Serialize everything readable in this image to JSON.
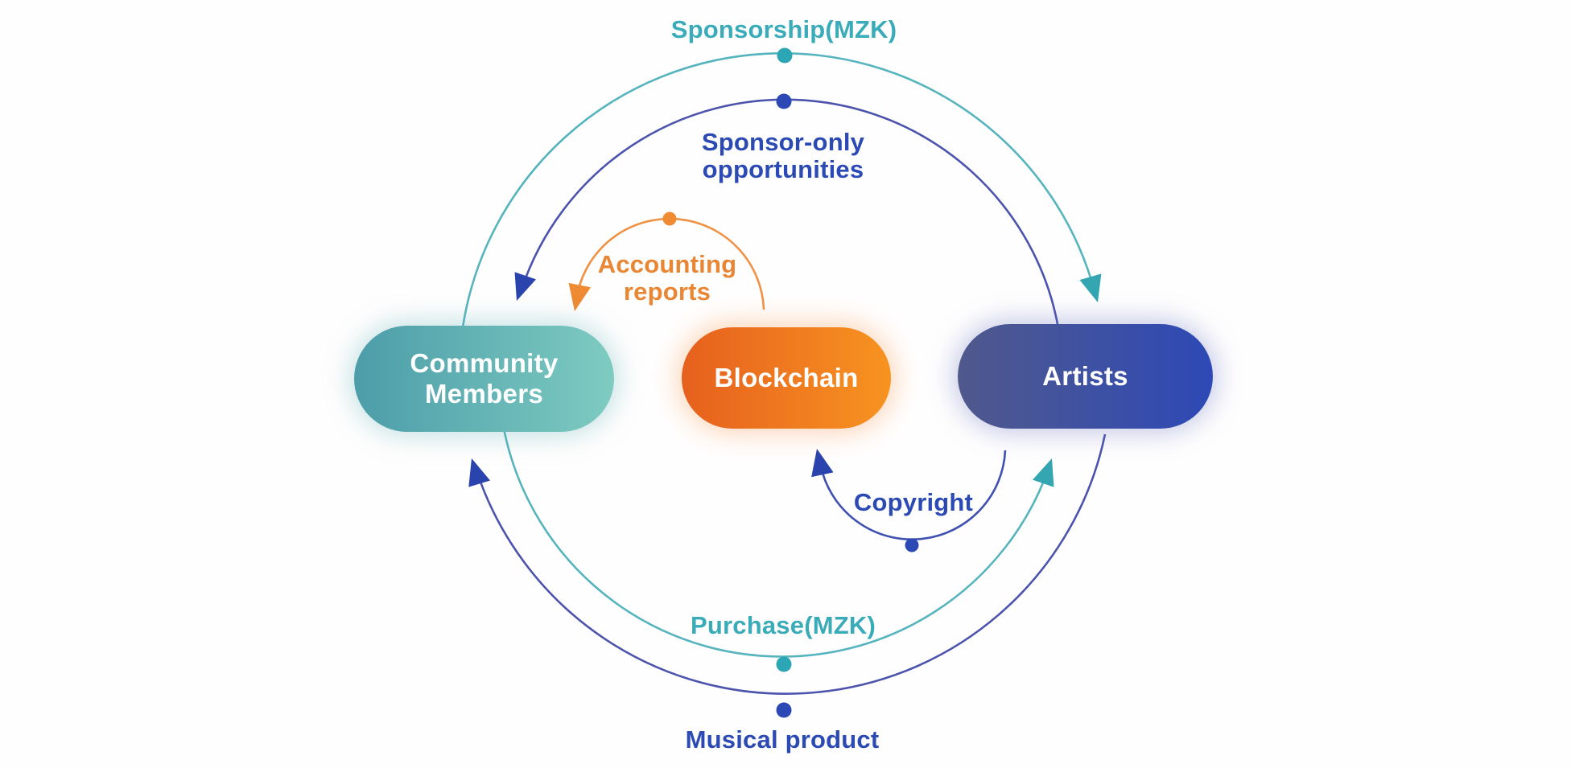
{
  "diagram": {
    "nodes": {
      "community": {
        "line1": "Community",
        "line2": "Members"
      },
      "blockchain": {
        "label": "Blockchain"
      },
      "artists": {
        "label": "Artists"
      }
    },
    "flows": {
      "sponsorship": {
        "label": "Sponsorship(MZK)",
        "from": "Community Members",
        "to": "Artists"
      },
      "sponsor_only": {
        "line1": "Sponsor-only",
        "line2": "opportunities",
        "from": "Artists",
        "to": "Community Members"
      },
      "accounting": {
        "line1": "Accounting",
        "line2": "reports",
        "from": "Blockchain",
        "to": "Community Members"
      },
      "copyright": {
        "label": "Copyright",
        "from": "Artists",
        "to": "Blockchain"
      },
      "purchase": {
        "label": "Purchase(MZK)",
        "from": "Community Members",
        "to": "Artists"
      },
      "musical_product": {
        "label": "Musical product",
        "from": "Artists",
        "to": "Community Members"
      }
    },
    "colors": {
      "teal_text": "#3aabb8",
      "blue_text": "#2b4ab3",
      "orange_text": "#e98634",
      "teal_line": "#55b4bd",
      "blue_line": "#4b53ad",
      "orange_line": "#ef9245",
      "community_gradient_left": "#4c9da9",
      "community_gradient_right": "#7ecbc1",
      "blockchain_gradient_left": "#e6601e",
      "blockchain_gradient_right": "#f79320",
      "artists_gradient_left": "#50598c",
      "artists_gradient_right": "#2e49b6",
      "node_text": "#ffffff"
    }
  }
}
